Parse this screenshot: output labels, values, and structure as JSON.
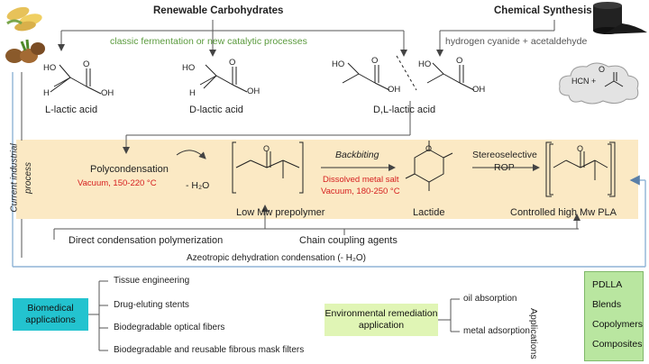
{
  "header": {
    "renewable": "Renewable Carbohydrates",
    "chemical": "Chemical Synthesis",
    "fermentation": "classic fermentation or new catalytic processes",
    "hcn_text": "hydrogen cyanide + acetaldehyde"
  },
  "monomers": {
    "l": "L-lactic acid",
    "d": "D-lactic acid",
    "dl": "D,L-lactic acid"
  },
  "cloud": {
    "hcn": "HCN +"
  },
  "process": {
    "side_label_1": "Current industrial",
    "side_label_2": "process",
    "polycondensation": "Polycondensation",
    "polycond_conditions": "Vacuum, 150-220 °C",
    "water": "- H₂O",
    "prepolymer": "Low Mw prepolymer",
    "backbiting": "Backbiting",
    "backbiting_cond_1": "Dissolved metal salt",
    "backbiting_cond_2": "Vacuum, 180-250 °C",
    "lactide": "Lactide",
    "rop_1": "Stereoselective",
    "rop_2": "ROP",
    "pla": "Controlled high Mw PLA"
  },
  "routes": {
    "direct": "Direct condensation polymerization",
    "chain": "Chain coupling agents",
    "azeotropic": "Azeotropic dehydration condensation (- H₂O)"
  },
  "biomedical": {
    "title": "Biomedical applications",
    "items": [
      "Tissue engineering",
      "Drug-eluting stents",
      "Biodegradable optical fibers",
      "Biodegradable and reusable fibrous mask filters"
    ]
  },
  "environmental": {
    "title": "Environmental remediation application",
    "items": [
      "oil absorption",
      "metal adsorption"
    ]
  },
  "applications_label": "Applications",
  "pla_types": [
    "PDLLA",
    "Blends",
    "Copolymers",
    "Composites"
  ],
  "colors": {
    "band": "#fbe9c4",
    "biomedical_box": "#23c3cf",
    "environmental_box": "#e0f5b5",
    "note": "#b9e6a0",
    "green_text": "#5a9a3c",
    "red_text": "#d62020",
    "blue_line": "#8fb4d6"
  }
}
